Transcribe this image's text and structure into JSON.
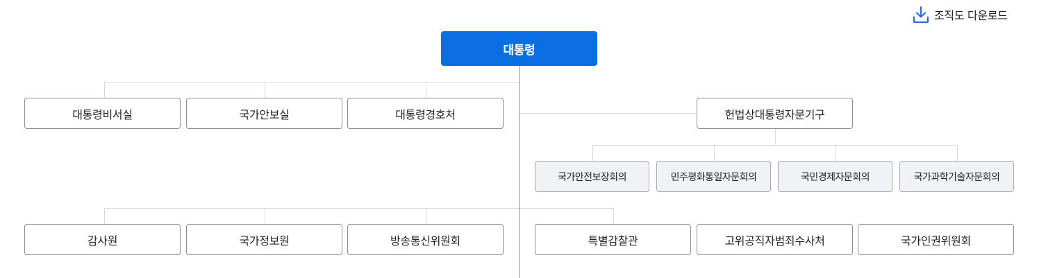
{
  "download": {
    "label": "조직도 다운로드",
    "icon": "download-icon",
    "icon_color": "#2a6ad7"
  },
  "colors": {
    "primary": "#0b6fe3",
    "border": "#8a8e94",
    "sub_bg": "#f1f2f5",
    "connector": "#d6d9de",
    "spine": "#8a8e94"
  },
  "org": {
    "top": "대통령",
    "direct_units": [
      "대통령비서실",
      "국가안보실",
      "대통령경호처"
    ],
    "advisory": {
      "label": "헌법상대통령자문기구",
      "councils": [
        "국가안전보장회의",
        "민주평화통일자문회의",
        "국민경제자문회의",
        "국가과학기술자문회의"
      ]
    },
    "agencies_left": [
      "감사원",
      "국가정보원",
      "방송통신위원회"
    ],
    "agencies_right": [
      "특별감찰관",
      "고위공직자범죄수사처",
      "국가인권위원회"
    ]
  }
}
